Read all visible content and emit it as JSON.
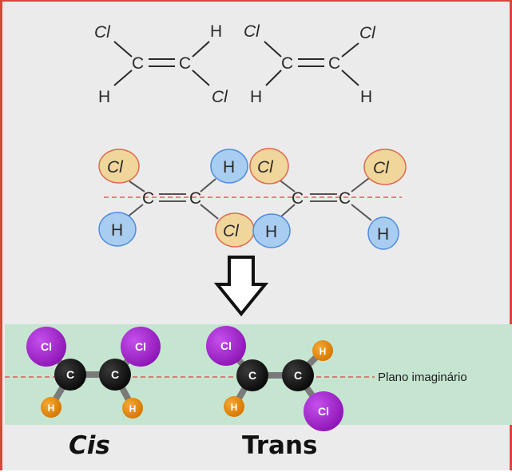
{
  "labels": {
    "cl": "Cl",
    "h": "H",
    "c": "C",
    "ball_cl": "Cl",
    "ball_c": "C",
    "ball_h": "H",
    "plane": "Plano imaginário",
    "cis": "Cis",
    "trans": "Trans"
  },
  "colors": {
    "border": "#d9463a",
    "background": "#ecebec",
    "plane_band": "#c5e5d0",
    "dashed_line": "#d9463a",
    "cl_highlight": "#f0d69b",
    "h_highlight": "#a9cdf0",
    "ball_cl": "#a020c8",
    "ball_c": "#111111",
    "ball_h": "#e48a08"
  },
  "icons": [
    "down-arrow-icon"
  ]
}
